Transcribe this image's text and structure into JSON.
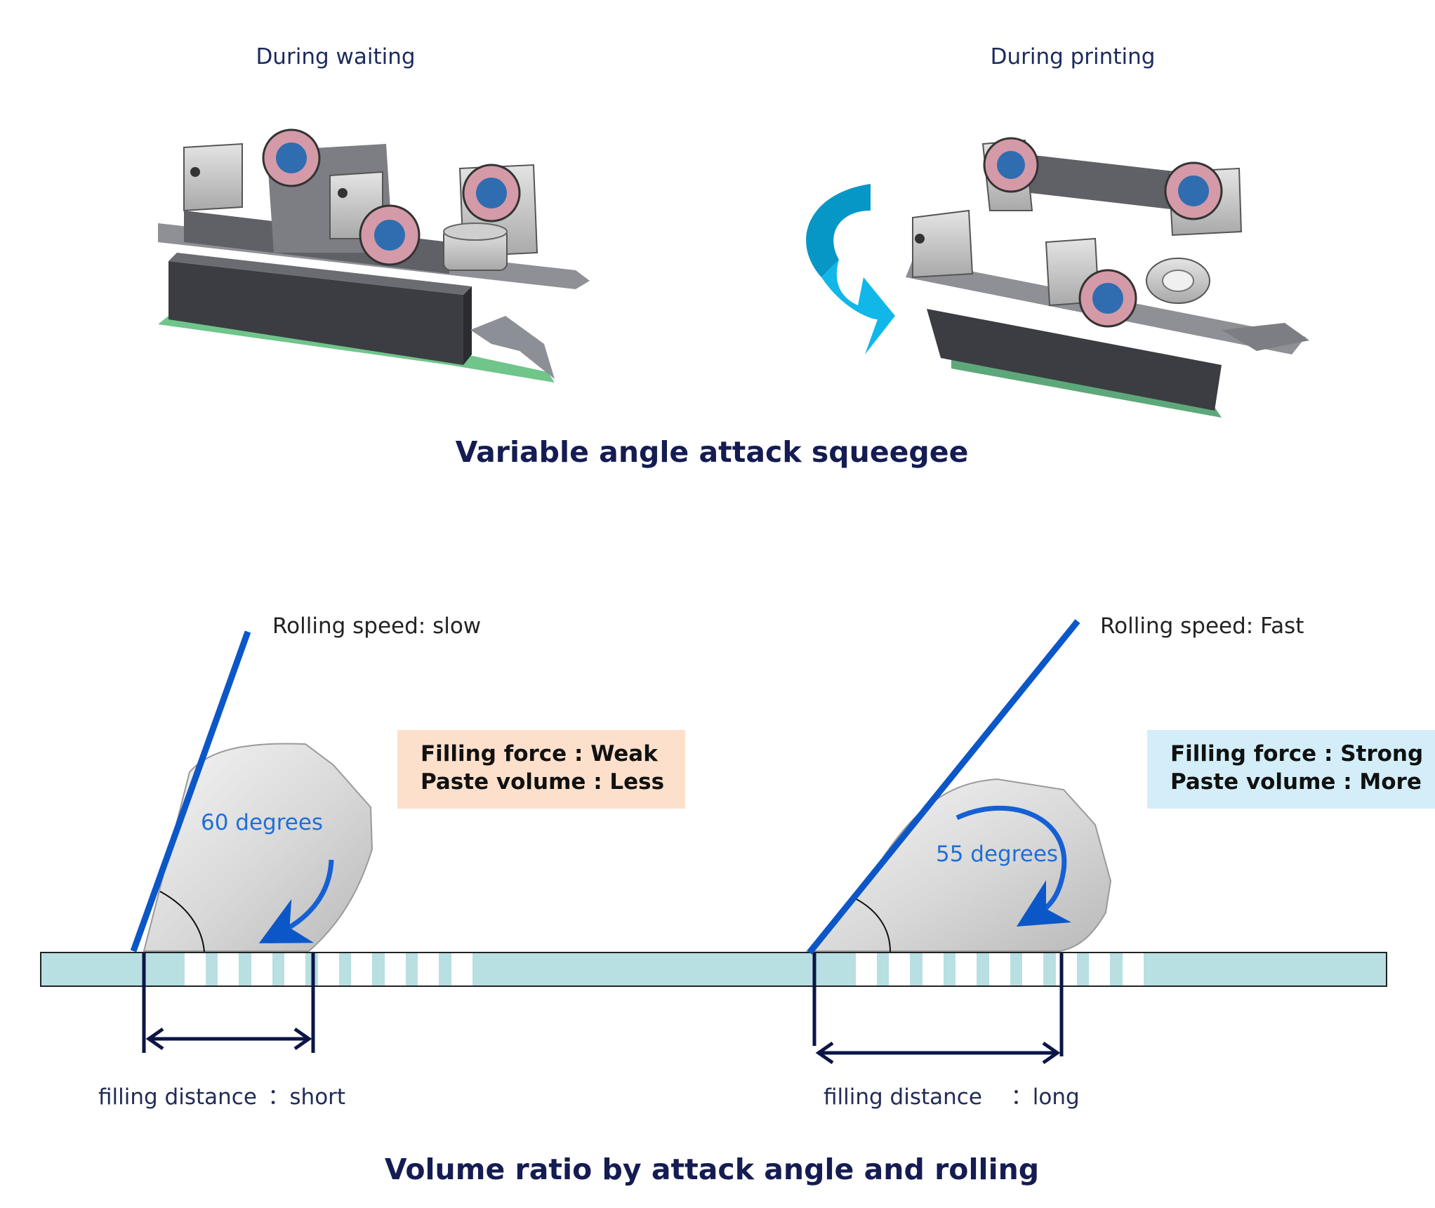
{
  "top": {
    "caption_left": "During waiting",
    "caption_right": "During printing",
    "title": "Variable angle attack squeegee"
  },
  "bottom": {
    "title": "Volume ratio by attack angle and rolling",
    "left": {
      "rolling": "Rolling speed: slow",
      "angle": "60 degrees",
      "box_line1": "Filling force : Weak",
      "box_line2": "Paste volume : Less",
      "distance": "filling distance ：short"
    },
    "right": {
      "rolling": "Rolling speed: Fast",
      "angle": "55 degrees",
      "box_line1": "Filling force : Strong",
      "box_line2": "Paste volume : More",
      "distance": "filling distance 　：long"
    }
  },
  "icons": {
    "squeegee_waiting": "squeegee-mechanism-icon",
    "squeegee_printing": "squeegee-mechanism-tilted-icon",
    "rotation": "rotate-arrow-icon",
    "rolling_left": "rolling-arrow-icon",
    "rolling_right": "rolling-arrow-icon"
  },
  "colors": {
    "title": "#141c52",
    "blade": "#0b57c8",
    "board": "#b8dfe2",
    "box_weak": "#fde0cc",
    "box_strong": "#d3eef8",
    "paste": "#d9d9d9",
    "dimension": "#0b1548",
    "rotate_dark": "#0797c6",
    "rotate_light": "#12b7ea"
  }
}
